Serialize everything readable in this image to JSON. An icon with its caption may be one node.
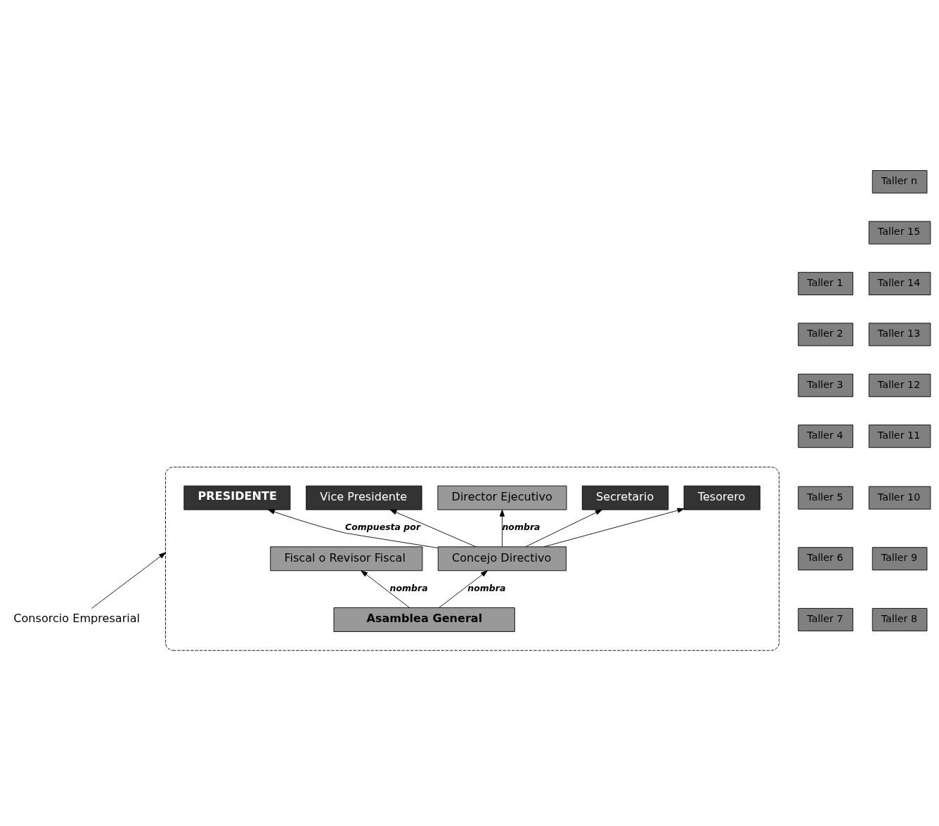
{
  "diagram": {
    "nodes": [
      {
        "text": [
          "Consorcio Empresarial"
        ]
      },
      {
        "text": [],
        "shape": "ellipse"
      },
      {
        "text": [
          "PRESIDENTE"
        ],
        "in": 1
      },
      {
        "text": [
          "Vice Presidente"
        ],
        "in": 1
      },
      {
        "text": [
          "Director Ejecutivo"
        ],
        "in": 1
      },
      {
        "text": [
          "Secretario"
        ],
        "in": 1
      },
      {
        "text": [
          "Tesorero"
        ],
        "in": 1
      },
      {
        "text": [
          "Fiscal o Revisor Fiscal"
        ],
        "in": 1
      },
      {
        "text": [
          "Concejo Directivo"
        ],
        "in": 1
      },
      {
        "text": [
          "Asamblea General"
        ],
        "in": 1
      },
      {
        "text": [
          "Taller 1"
        ]
      },
      {
        "text": [
          "Taller 2"
        ]
      },
      {
        "text": [
          "Taller 3"
        ]
      },
      {
        "text": [
          "Taller 4"
        ]
      },
      {
        "text": [
          "Taller 5"
        ]
      },
      {
        "text": [
          "Taller 6"
        ]
      },
      {
        "text": [
          "Taller 7"
        ]
      },
      {
        "text": [
          "Taller 8"
        ]
      },
      {
        "text": [
          "Taller 9"
        ]
      },
      {
        "text": [
          "Taller 10"
        ]
      },
      {
        "text": [
          "Taller 11"
        ]
      },
      {
        "text": [
          "Taller 12"
        ]
      },
      {
        "text": [
          "Taller 13"
        ]
      },
      {
        "text": [
          "Taller 14"
        ]
      },
      {
        "text": [
          "Taller 15"
        ]
      },
      {
        "text": [
          "Taller n"
        ]
      }
    ],
    "edges": [
      {
        "from": 0,
        "to": 1,
        "arrow": "to"
      },
      {
        "from": 8,
        "to": 2,
        "arrow": "to",
        "label": "Compuesta por"
      },
      {
        "from": 8,
        "to": 3,
        "arrow": "to"
      },
      {
        "from": 8,
        "to": 5,
        "arrow": "to"
      },
      {
        "from": 8,
        "to": 6,
        "arrow": "to"
      },
      {
        "from": 8,
        "to": 4,
        "arrow": "to",
        "label": "nombra"
      },
      {
        "from": 9,
        "to": 7,
        "arrow": "to",
        "label": "nombra"
      },
      {
        "from": 9,
        "to": 8,
        "arrow": "to",
        "label": "nombra"
      }
    ]
  }
}
